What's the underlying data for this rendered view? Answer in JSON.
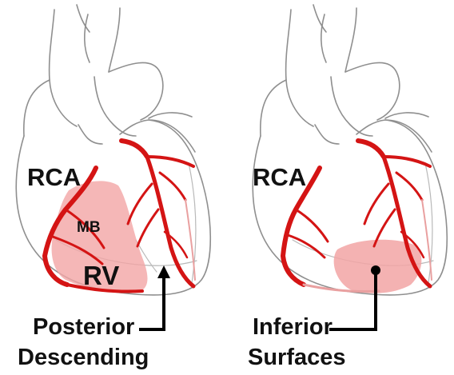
{
  "colors": {
    "artery": "#d41414",
    "artery_faint": "#e9a0a0",
    "territory": "#f2a5a5",
    "outline": "#8f8f8f",
    "text": "#111111"
  },
  "left_panel": {
    "vessel_label": "RCA",
    "branch_label": "MB",
    "chamber_label": "RV",
    "caption_line1": "Posterior",
    "caption_line2": "Descending"
  },
  "right_panel": {
    "vessel_label": "RCA",
    "caption_line1": "Inferior",
    "caption_line2": "Surfaces"
  }
}
